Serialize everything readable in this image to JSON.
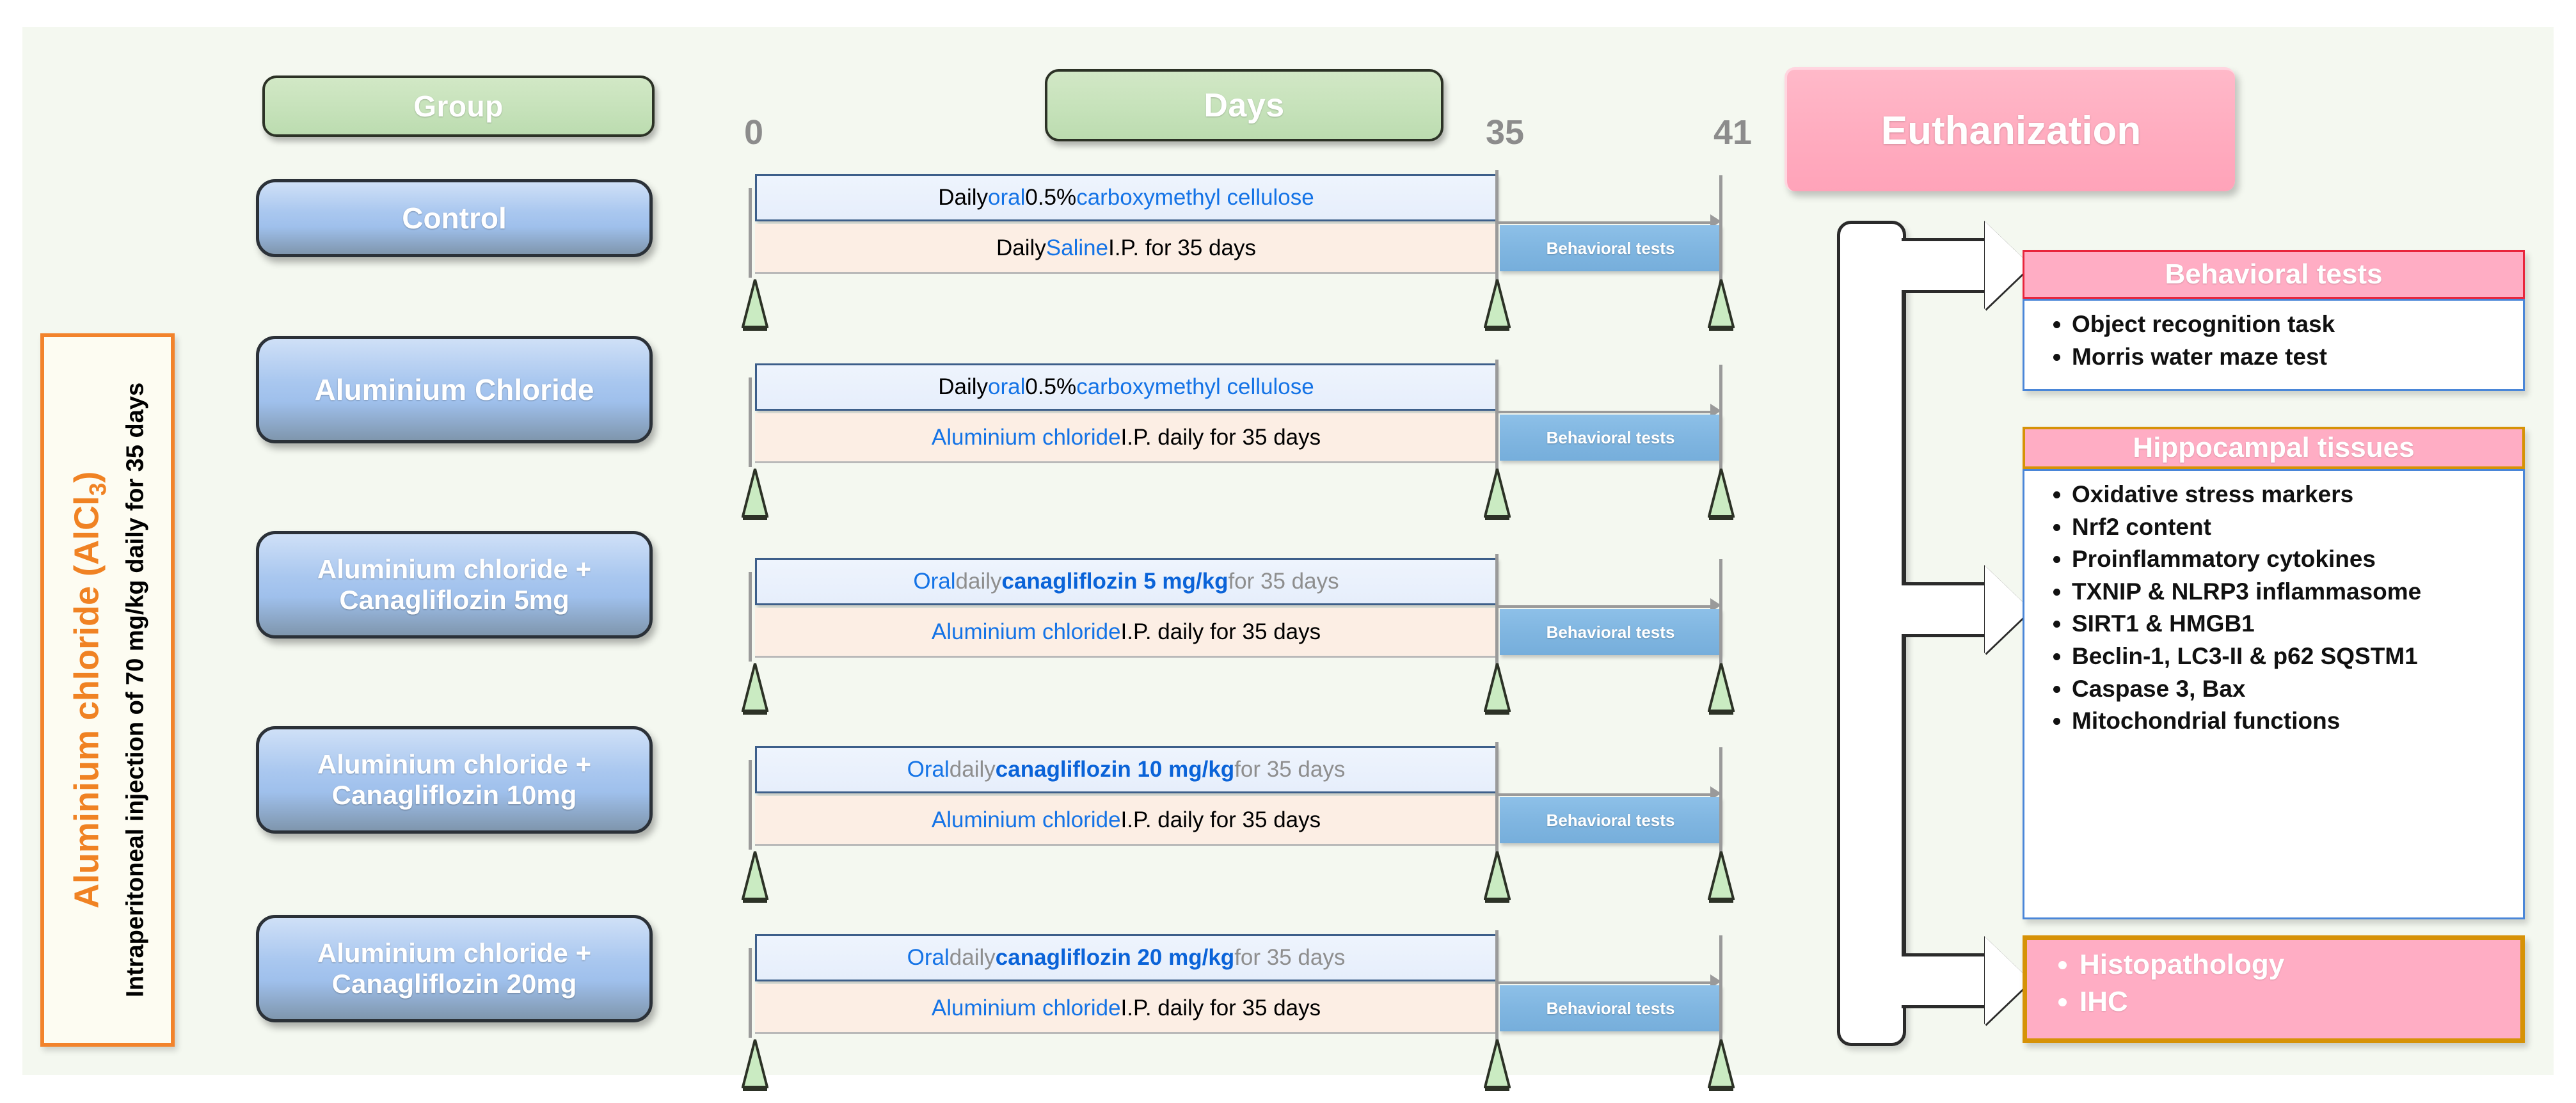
{
  "header": {
    "group_label": "Group",
    "days_label": "Days",
    "euthanization_label": "Euthanization"
  },
  "timeline": {
    "day_ticks": [
      "0",
      "35",
      "41"
    ]
  },
  "alcl_banner": {
    "title": "Aluminium chloride (AlCl",
    "title_sub": "3",
    "title_close": ")",
    "subtitle": "Intraperitoneal  injection of 70 mg/kg daily for 35 days"
  },
  "behavioral_bar_label": "Behavioral tests",
  "groups": [
    {
      "name": "Control",
      "oral": [
        {
          "text": "Daily ",
          "style": "black"
        },
        {
          "text": "oral ",
          "style": "blue"
        },
        {
          "text": "0.5% ",
          "style": "black"
        },
        {
          "text": "carboxymethyl cellulose",
          "style": "blue"
        }
      ],
      "ip": [
        {
          "text": "Daily ",
          "style": "black"
        },
        {
          "text": "Saline ",
          "style": "blue"
        },
        {
          "text": "I.P. for 35 days",
          "style": "black"
        }
      ]
    },
    {
      "name": "Aluminium Chloride",
      "oral": [
        {
          "text": "Daily ",
          "style": "black"
        },
        {
          "text": "oral ",
          "style": "blue"
        },
        {
          "text": "0.5% ",
          "style": "black"
        },
        {
          "text": "carboxymethyl cellulose",
          "style": "blue"
        }
      ],
      "ip": [
        {
          "text": "Aluminium chloride ",
          "style": "blue"
        },
        {
          "text": "I.P. daily for 35 days",
          "style": "black"
        }
      ]
    },
    {
      "name": "Aluminium chloride + Canagliflozin 5mg",
      "oral": [
        {
          "text": "Oral ",
          "style": "blue"
        },
        {
          "text": "daily ",
          "style": "gray"
        },
        {
          "text": "canagliflozin 5 mg/kg ",
          "style": "blue-bold"
        },
        {
          "text": "for 35 days",
          "style": "gray"
        }
      ],
      "ip": [
        {
          "text": "Aluminium chloride ",
          "style": "blue"
        },
        {
          "text": "I.P. daily for 35 days",
          "style": "black"
        }
      ]
    },
    {
      "name": "Aluminium chloride + Canagliflozin 10mg",
      "oral": [
        {
          "text": "Oral ",
          "style": "blue"
        },
        {
          "text": "daily ",
          "style": "gray"
        },
        {
          "text": "canagliflozin 10 mg/kg ",
          "style": "blue-bold"
        },
        {
          "text": "for 35 days",
          "style": "gray"
        }
      ],
      "ip": [
        {
          "text": "Aluminium chloride ",
          "style": "blue"
        },
        {
          "text": "I.P. daily for 35 days",
          "style": "black"
        }
      ]
    },
    {
      "name": "Aluminium chloride + Canagliflozin 20mg",
      "oral": [
        {
          "text": "Oral ",
          "style": "blue"
        },
        {
          "text": "daily ",
          "style": "gray"
        },
        {
          "text": "canagliflozin 20 mg/kg ",
          "style": "blue-bold"
        },
        {
          "text": "for 35 days",
          "style": "gray"
        }
      ],
      "ip": [
        {
          "text": "Aluminium chloride ",
          "style": "blue"
        },
        {
          "text": "I.P. daily for 35 days",
          "style": "black"
        }
      ]
    }
  ],
  "outcomes": [
    {
      "title": "Behavioral tests",
      "items": [
        "Object recognition task",
        "Morris water maze test"
      ]
    },
    {
      "title": "Hippocampal tissues",
      "items": [
        "Oxidative stress markers",
        "Nrf2 content",
        "Proinflammatory cytokines",
        "TXNIP & NLRP3 inflammasome",
        "SIRT1 & HMGB1",
        "Beclin-1, LC3-II & p62 SQSTM1",
        "Caspase 3, Bax",
        "Mitochondrial functions"
      ]
    }
  ],
  "histopathology": {
    "items": [
      "Histopathology",
      "IHC"
    ]
  },
  "colors": {
    "background": "#f4f8f0",
    "group_header": "#c6e2ba",
    "group_box": "#a9c7ef",
    "pink_header": "#ffadc4",
    "orange_border": "#f2832c",
    "gold_border": "#d69207",
    "blue_text": "#1473e6",
    "gray_text": "#8e8e8e",
    "behavioral_bar": "#7fb5e0",
    "oral_bar": "#e9f0fb",
    "ip_bar": "#fceee4",
    "triangle": "#caebc2"
  }
}
